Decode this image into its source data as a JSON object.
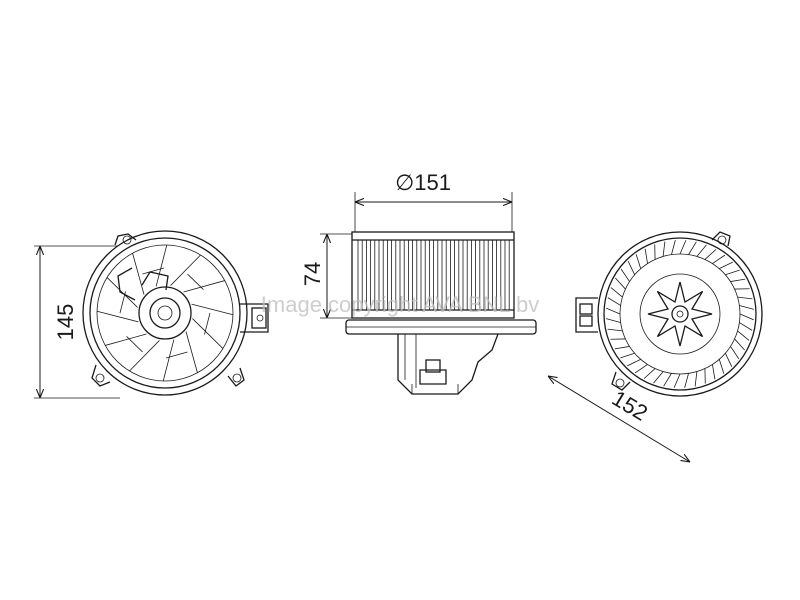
{
  "dimensions": {
    "height_left": "145",
    "diameter": "∅151",
    "height_side": "74",
    "diagonal": "152"
  },
  "watermark": "Image copyright AVA BNL bv",
  "views": [
    "front-view",
    "side-view",
    "rear-view"
  ]
}
